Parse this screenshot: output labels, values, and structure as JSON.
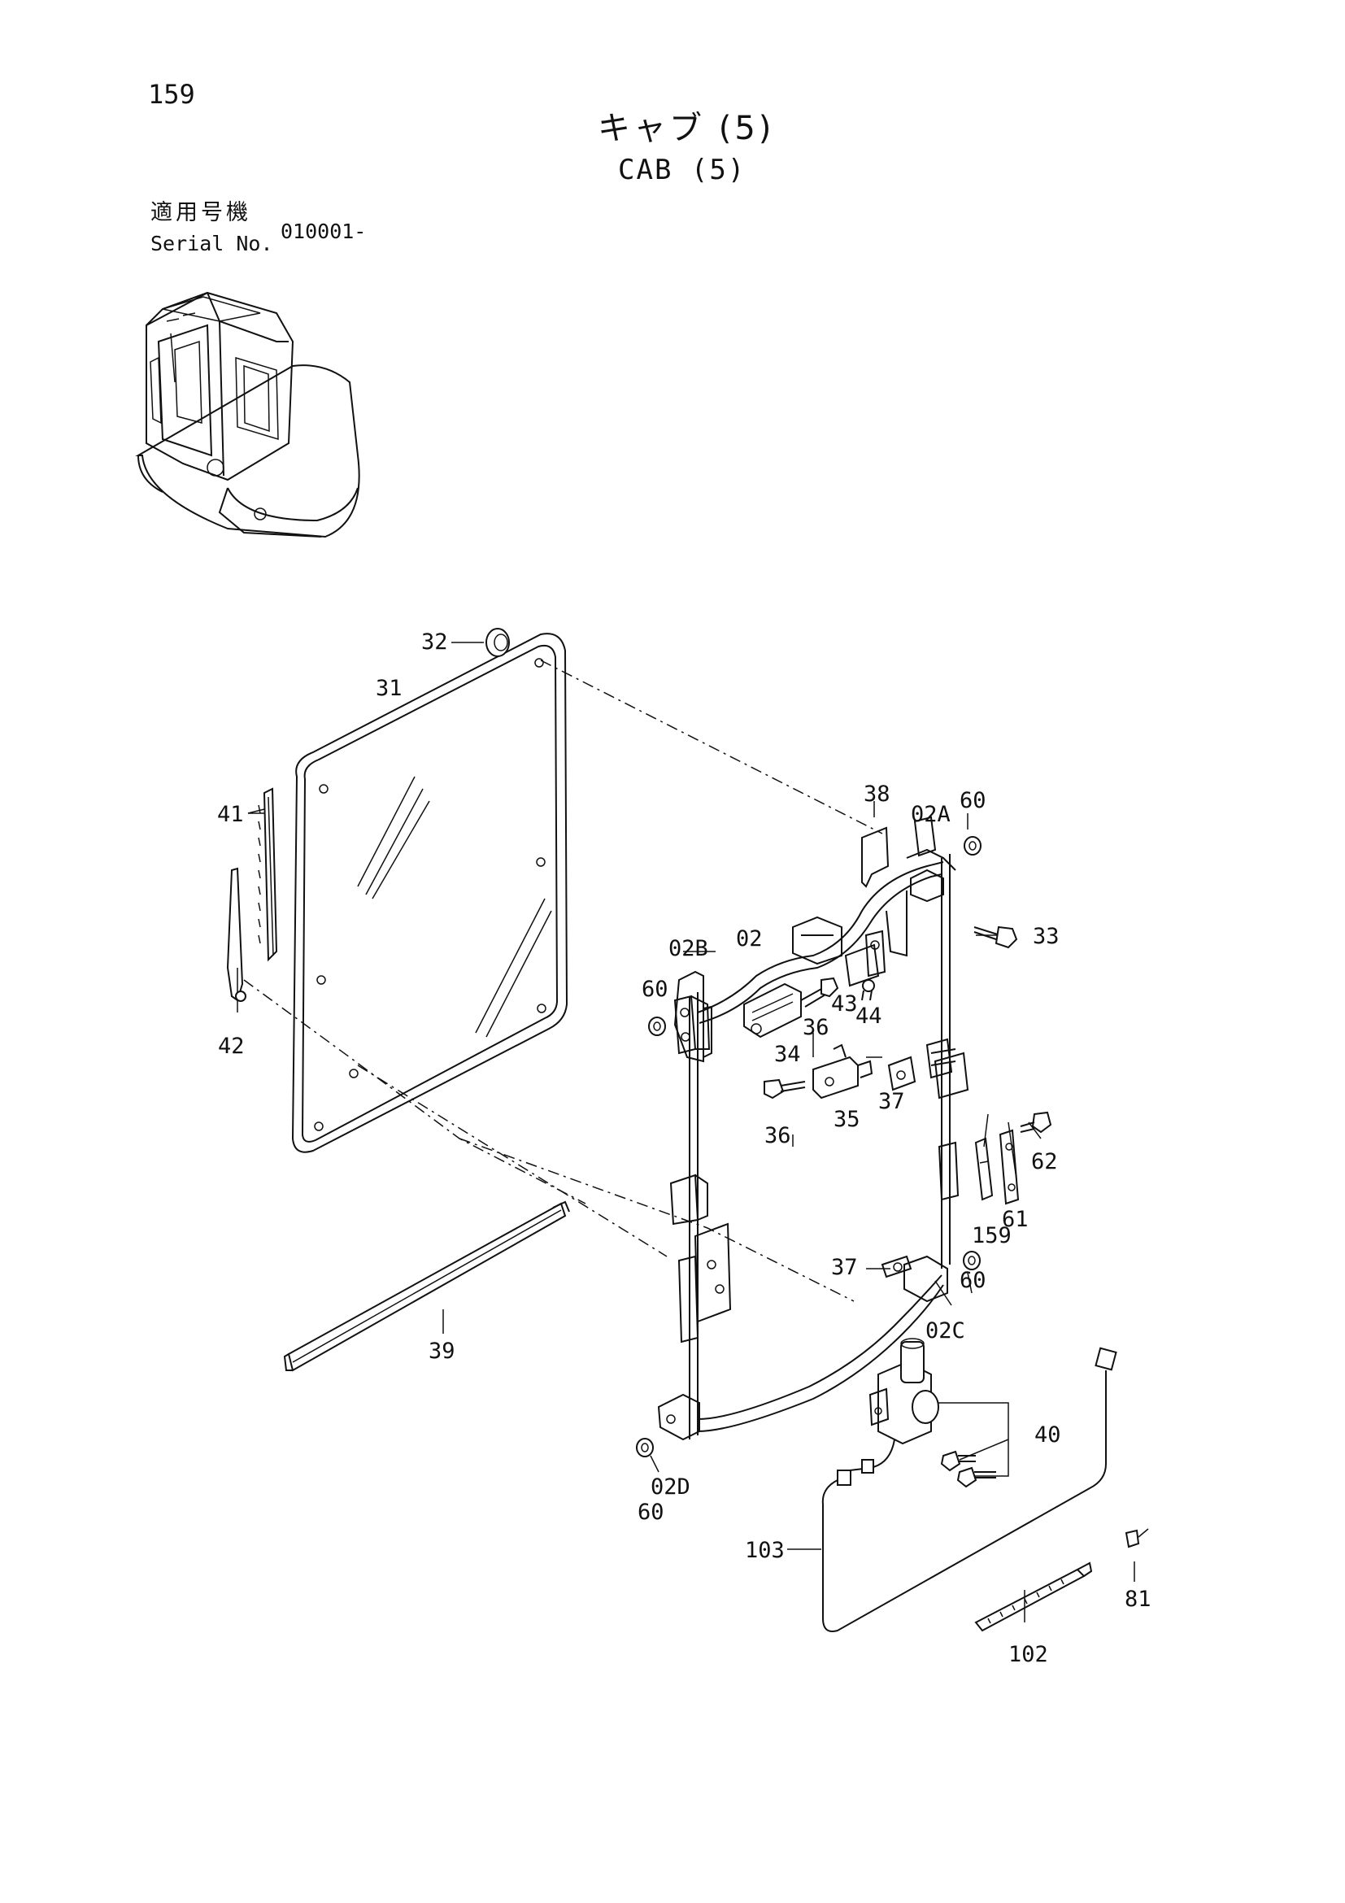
{
  "header": {
    "page_number": "159",
    "title_jp": "キャブ (5)",
    "title_en": "CAB (5)",
    "serial_label_jp": "適用号機",
    "serial_label_en": "Serial No.",
    "serial_value": "010001-"
  },
  "part_labels": {
    "p32": "32",
    "p31": "31",
    "p41": "41",
    "p42": "42",
    "p38": "38",
    "p02A": "02A",
    "p60a": "60",
    "p33": "33",
    "p02B": "02B",
    "p02": "02",
    "p60b": "60",
    "p43": "43",
    "p44": "44",
    "p36a": "36",
    "p34": "34",
    "p35": "35",
    "p37a": "37",
    "p36b": "36",
    "p62": "62",
    "p61": "61",
    "p159": "159",
    "p37b": "37",
    "p60c": "60",
    "p02C": "02C",
    "p39": "39",
    "p40": "40",
    "p02D": "02D",
    "p60d": "60",
    "p103": "103",
    "p81": "81",
    "p102": "102"
  }
}
